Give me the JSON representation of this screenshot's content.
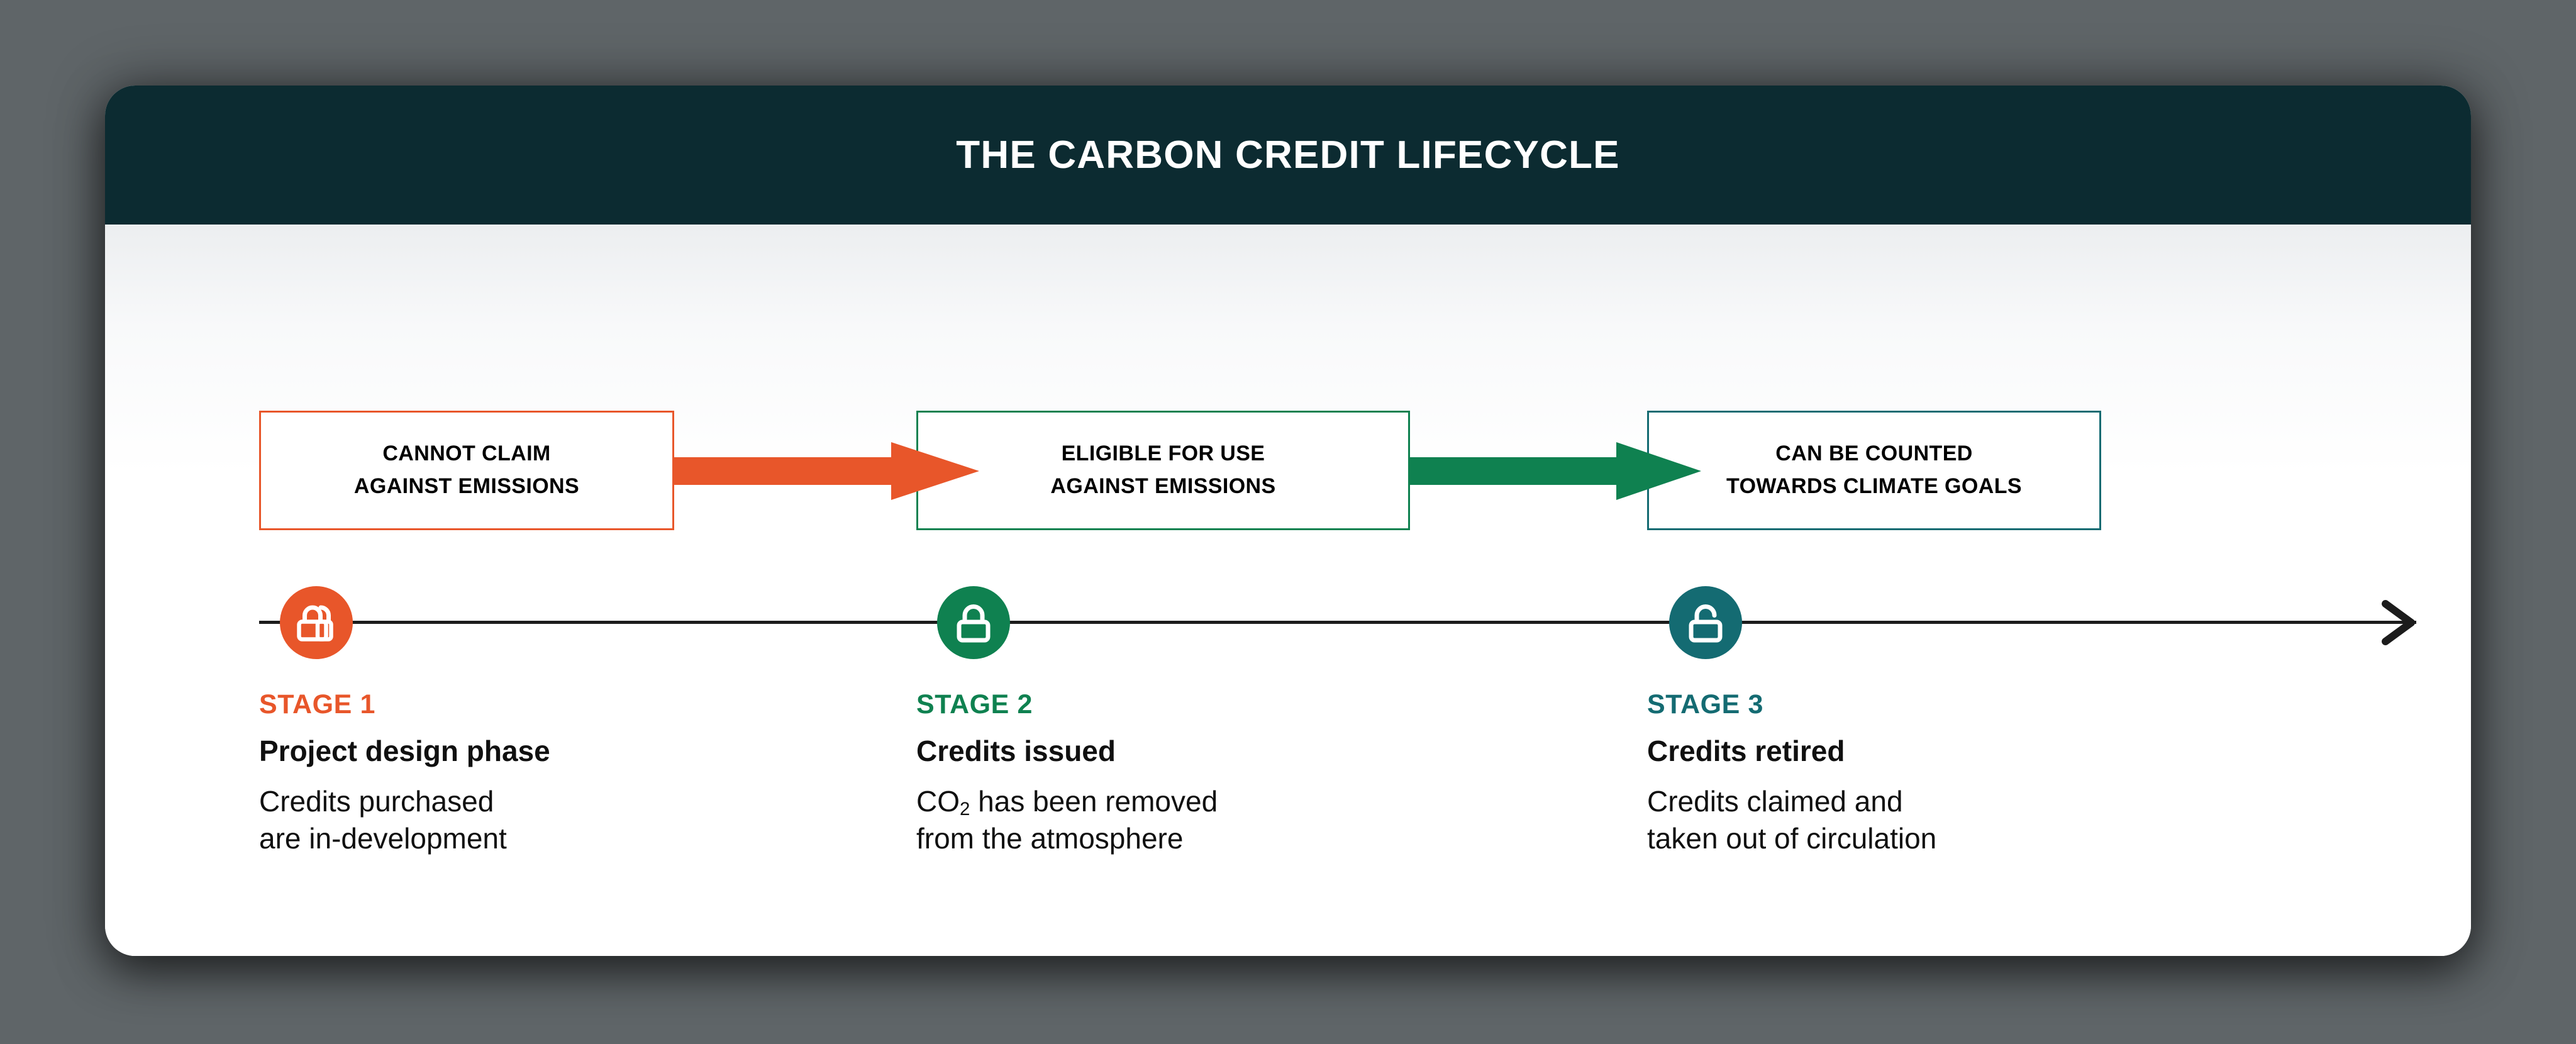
{
  "canvas": {
    "background_color": "#5f6568",
    "card_background_color": "#ffffff"
  },
  "header": {
    "title": "THE CARBON CREDIT LIFECYCLE",
    "background_color": "#0c2b31",
    "text_color": "#ffffff"
  },
  "status_boxes": [
    {
      "id": "cannot-claim",
      "line1": "CANNOT CLAIM",
      "line2": "AGAINST EMISSIONS",
      "border_color": "#E8562A"
    },
    {
      "id": "eligible-for-use",
      "line1": "ELIGIBLE FOR USE",
      "line2": "AGAINST EMISSIONS",
      "border_color": "#0F8150"
    },
    {
      "id": "can-be-counted",
      "line1": "CAN BE COUNTED",
      "line2": "TOWARDS CLIMATE GOALS",
      "border_color": "#146B72"
    }
  ],
  "flow_arrows": [
    {
      "id": "arrow-stage1-to-stage2",
      "color": "#E8562A"
    },
    {
      "id": "arrow-stage2-to-stage3",
      "color": "#0F8150"
    }
  ],
  "timeline": {
    "line_color": "#1c1c1c",
    "arrowhead": "right-chevron-arrow"
  },
  "stages": [
    {
      "kicker": "STAGE 1",
      "heading": "Project design phase",
      "desc_line1": "Credits purchased",
      "desc_line2": "are in-development",
      "color": "#E8562A",
      "icon": "double-padlock-locked-icon"
    },
    {
      "kicker": "STAGE 2",
      "heading": "Credits issued",
      "desc_line1_pre": "CO",
      "desc_line1_sub": "2",
      "desc_line1_post": " has been removed",
      "desc_line2": "from the atmosphere",
      "color": "#0F8150",
      "icon": "padlock-locked-icon"
    },
    {
      "kicker": "STAGE 3",
      "heading": "Credits retired",
      "desc_line1": "Credits claimed and",
      "desc_line2": "taken out of circulation",
      "color": "#146B72",
      "icon": "padlock-unlocked-icon"
    }
  ]
}
